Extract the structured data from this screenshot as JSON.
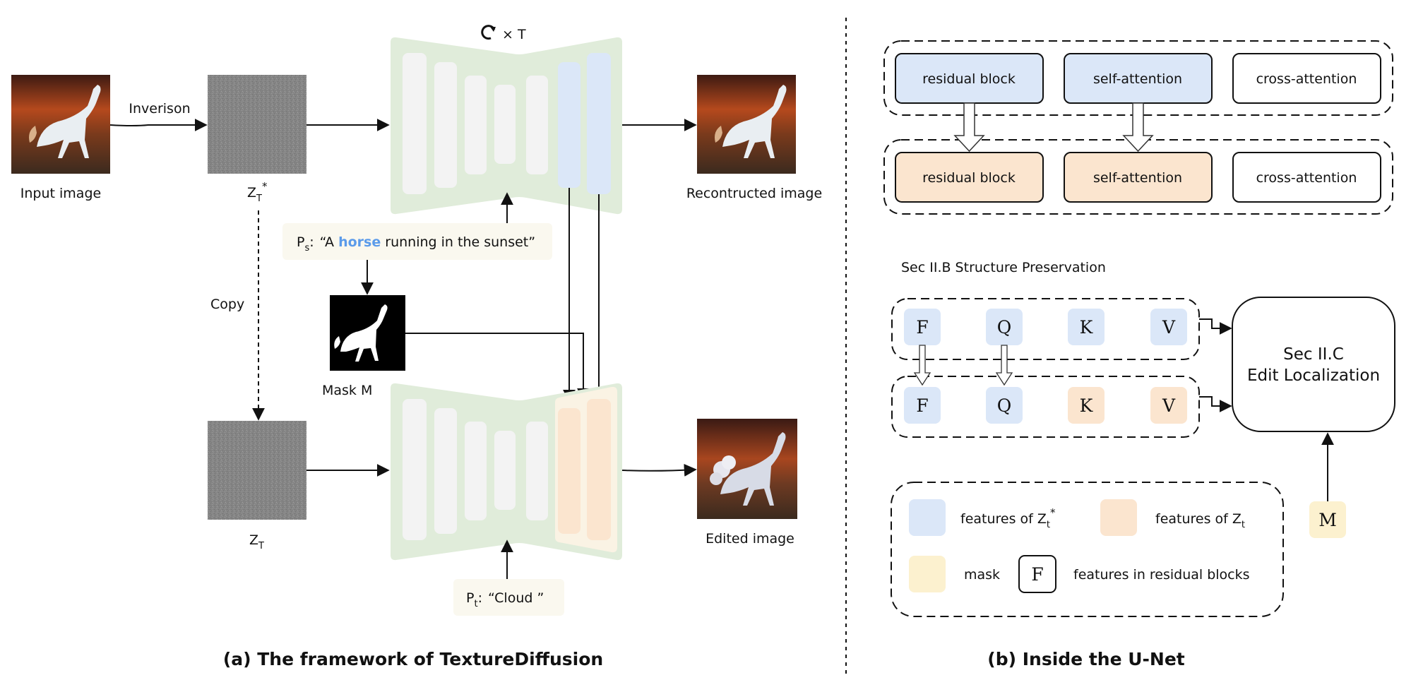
{
  "left": {
    "timesteps": "× T",
    "inversion": "Inverison",
    "input_image": "Input image",
    "zt_star": "Z",
    "zt_star_sub": "T",
    "zt_star_sup": "*",
    "copy": "Copy",
    "zt": "Z",
    "zt_sub": "T",
    "reconstructed": "Recontructed image",
    "edited": "Edited image",
    "mask": "Mask M",
    "ps_prefix": "P",
    "ps_sub": "s",
    "ps_colon": ":",
    "ps_open": "“A ",
    "ps_highlight": "horse",
    "ps_rest": " running in the sunset”",
    "pt_prefix": "P",
    "pt_sub": "t",
    "pt_colon": ":",
    "pt_text": "“Cloud ”",
    "caption": "(a) The framework of TextureDiffusion"
  },
  "right": {
    "row1": [
      "residual block",
      "self-attention",
      "cross-attention"
    ],
    "row2": [
      "residual block",
      "self-attention",
      "cross-attention"
    ],
    "structure": "Sec II.B  Structure Preservation",
    "feat_row1": [
      "F",
      "Q",
      "K",
      "V"
    ],
    "feat_row2": [
      "F",
      "Q",
      "K",
      "V"
    ],
    "edit_line1": "Sec II.C",
    "edit_line2": "Edit Localization",
    "m": "M",
    "legend_zt_star": "features of Z",
    "legend_zt_star_sub": "t",
    "legend_zt_star_sup": "*",
    "legend_zt": "features of Z",
    "legend_zt_sub": "t",
    "legend_mask": "mask",
    "legend_f": "F",
    "legend_f_text": "features in residual blocks",
    "caption": "(b) Inside the U-Net"
  },
  "colors": {
    "source_blue": "#dbe7f8",
    "target_peach": "#fbe5cf",
    "mask_yellow": "#fcf1cf",
    "unet_green": "#e0ecda",
    "prompt_bg": "#faf8ef",
    "highlight": "#5b9bea"
  }
}
